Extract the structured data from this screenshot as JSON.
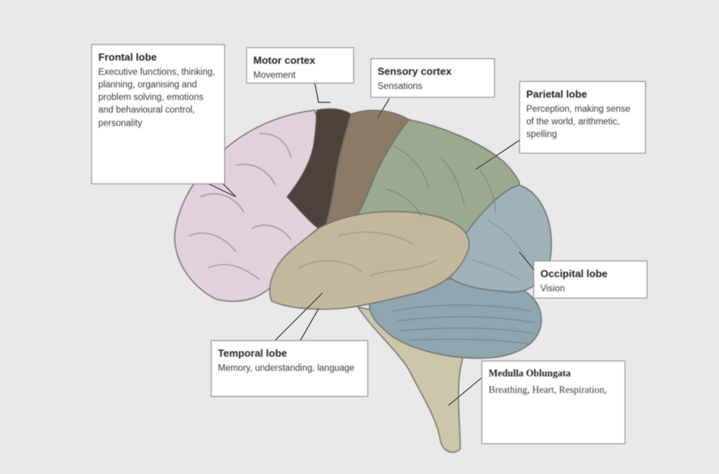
{
  "colors": {
    "background": "#e8e8e8",
    "frontal": "#e2d0dc",
    "motor": "#4f423b",
    "sensory": "#8c7a66",
    "parietal": "#9aaa8e",
    "occipital": "#9fb2ba",
    "temporal": "#c4b89c",
    "cerebellum": "#8fa6b0",
    "brainstem": "#ccc6a8",
    "outline": "#6e6e6e"
  },
  "labels": {
    "frontal": {
      "title": "Frontal lobe",
      "desc": "Executive functions, thinking, planning, organising and problem solving, emotions and behavioural control, personality"
    },
    "motor": {
      "title": "Motor cortex",
      "desc": "Movement"
    },
    "sensory": {
      "title": "Sensory cortex",
      "desc": "Sensations"
    },
    "parietal": {
      "title": "Parietal lobe",
      "desc": "Perception, making sense of the world, arithmetic, spelling"
    },
    "occipital": {
      "title": "Occipital lobe",
      "desc": "Vision"
    },
    "temporal": {
      "title": "Temporal lobe",
      "desc": "Memory, understanding, language"
    },
    "medulla": {
      "title": "Medulla Oblungata",
      "desc": "Breathing, Heart, Respiration,"
    }
  }
}
